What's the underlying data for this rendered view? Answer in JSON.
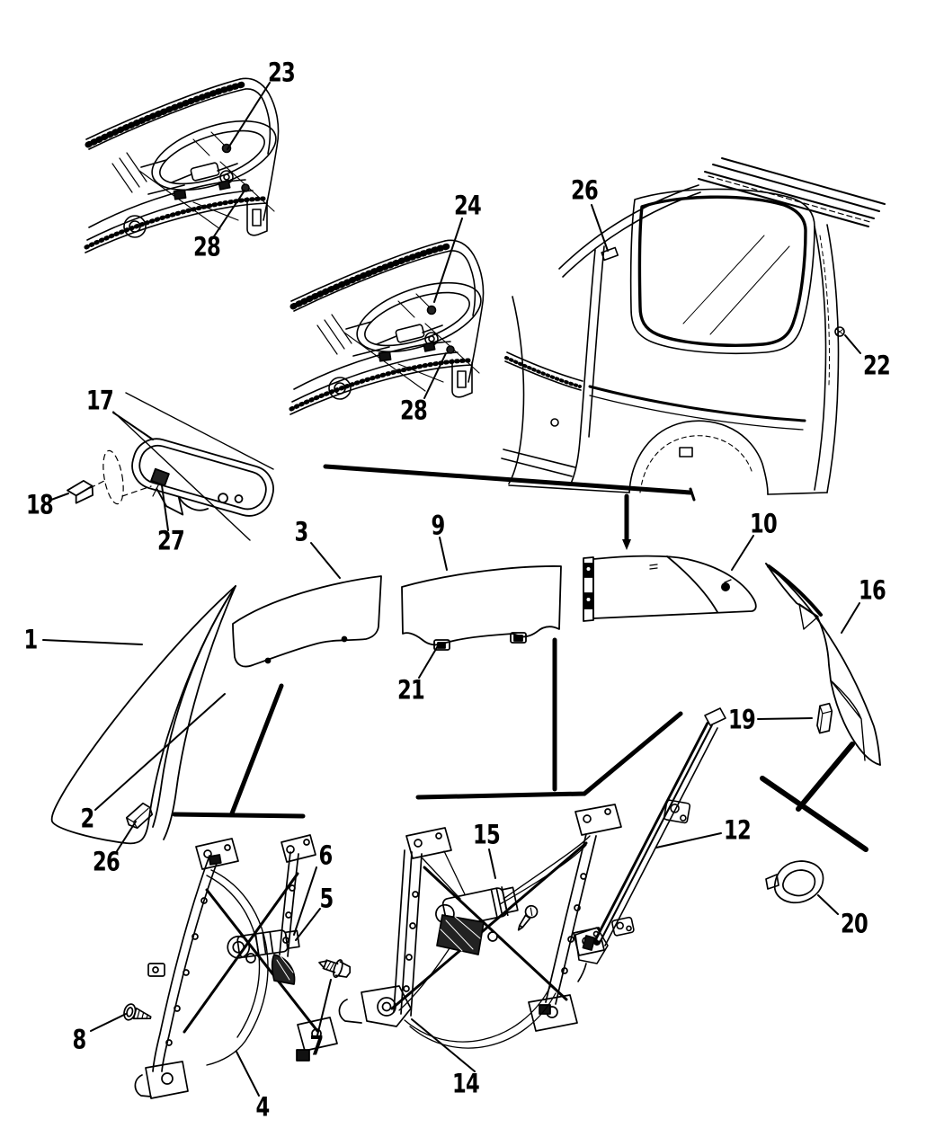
{
  "diagram": {
    "colors": {
      "background": "#ffffff",
      "line": "#000000"
    },
    "callouts": [
      {
        "label": "23"
      },
      {
        "label": "28"
      },
      {
        "label": "24"
      },
      {
        "label": "28"
      },
      {
        "label": "26"
      },
      {
        "label": "22"
      },
      {
        "label": "17"
      },
      {
        "label": "18"
      },
      {
        "label": "27"
      },
      {
        "label": "3"
      },
      {
        "label": "9"
      },
      {
        "label": "10"
      },
      {
        "label": "16"
      },
      {
        "label": "1"
      },
      {
        "label": "21"
      },
      {
        "label": "19"
      },
      {
        "label": "2"
      },
      {
        "label": "26"
      },
      {
        "label": "6"
      },
      {
        "label": "5"
      },
      {
        "label": "12"
      },
      {
        "label": "15"
      },
      {
        "label": "20"
      },
      {
        "label": "8"
      },
      {
        "label": "7"
      },
      {
        "label": "4"
      },
      {
        "label": "14"
      }
    ]
  }
}
